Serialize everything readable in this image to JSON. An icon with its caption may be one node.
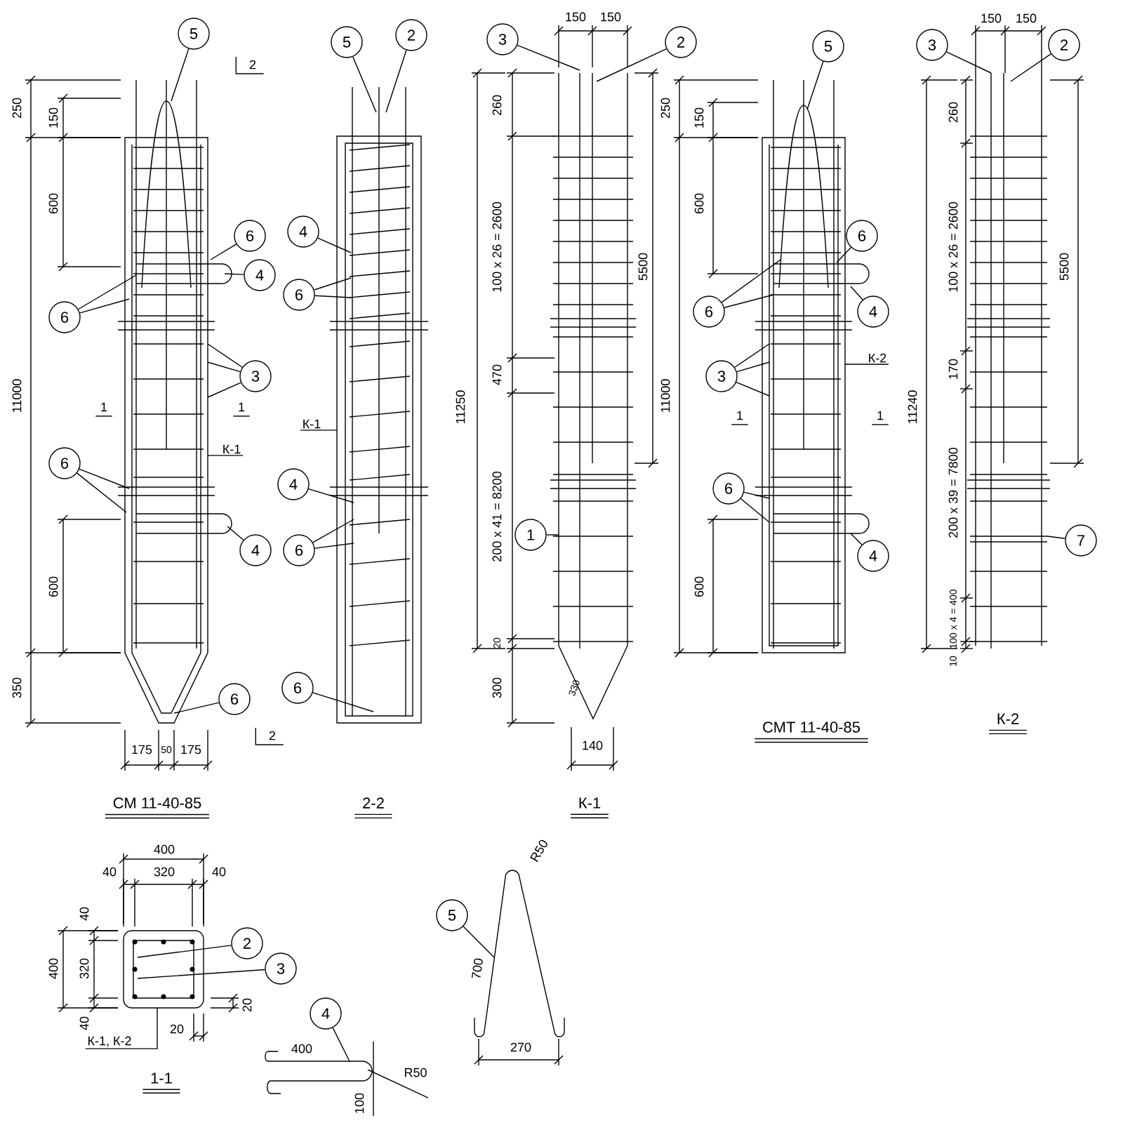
{
  "diagram": {
    "nodes": [
      {
        "text": [
          "5"
        ]
      },
      {
        "text": [
          "6"
        ]
      },
      {
        "text": [
          "4"
        ]
      },
      {
        "text": [
          "6"
        ]
      },
      {
        "text": [
          "3"
        ]
      },
      {
        "text": [
          "К-1"
        ]
      },
      {
        "text": [
          "6"
        ]
      },
      {
        "text": [
          "4"
        ]
      },
      {
        "text": [
          "6"
        ]
      },
      {
        "text": [
          "5"
        ]
      },
      {
        "text": [
          "2"
        ]
      },
      {
        "text": [
          "4"
        ]
      },
      {
        "text": [
          "6"
        ]
      },
      {
        "text": [
          "К-1"
        ]
      },
      {
        "text": [
          "4"
        ]
      },
      {
        "text": [
          "6"
        ]
      },
      {
        "text": [
          "6"
        ]
      },
      {
        "text": [
          "3"
        ]
      },
      {
        "text": [
          "2"
        ]
      },
      {
        "text": [
          "1"
        ]
      },
      {
        "text": [
          "5"
        ]
      },
      {
        "text": [
          "6"
        ]
      },
      {
        "text": [
          "6"
        ]
      },
      {
        "text": [
          "4"
        ]
      },
      {
        "text": [
          "К-2"
        ]
      },
      {
        "text": [
          "3"
        ]
      },
      {
        "text": [
          "6"
        ]
      },
      {
        "text": [
          "4"
        ]
      },
      {
        "text": [
          "3"
        ]
      },
      {
        "text": [
          "2"
        ]
      },
      {
        "text": [
          "7"
        ]
      },
      {
        "text": [
          "2"
        ]
      },
      {
        "text": [
          "3"
        ]
      },
      {
        "text": [
          "К-1, К-2"
        ]
      },
      {
        "text": [
          "5"
        ]
      },
      {
        "text": [
          "4"
        ]
      },
      {
        "text": [],
        "shape": "picture"
      },
      {
        "text": [],
        "shape": "picture"
      },
      {
        "text": [],
        "shape": "picture"
      },
      {
        "text": [],
        "shape": "picture"
      },
      {
        "text": [],
        "shape": "picture"
      },
      {
        "text": [],
        "shape": "picture"
      },
      {
        "text": [],
        "shape": "picture"
      },
      {
        "text": [],
        "shape": "picture"
      }
    ],
    "edges": [
      {
        "from": 0,
        "to": 36,
        "arrow": "none"
      },
      {
        "from": 1,
        "to": 36,
        "arrow": "none"
      },
      {
        "from": 2,
        "to": 36,
        "arrow": "none"
      },
      {
        "from": 3,
        "to": 36,
        "arrow": "none"
      },
      {
        "from": 3,
        "to": 36,
        "arrow": "none"
      },
      {
        "from": 4,
        "to": 36,
        "arrow": "none"
      },
      {
        "from": 4,
        "to": 36,
        "arrow": "none"
      },
      {
        "from": 4,
        "to": 36,
        "arrow": "none"
      },
      {
        "from": 5,
        "to": 36,
        "arrow": "none"
      },
      {
        "from": 6,
        "to": 36,
        "arrow": "none"
      },
      {
        "from": 6,
        "to": 36,
        "arrow": "none"
      },
      {
        "from": 7,
        "to": 36,
        "arrow": "none"
      },
      {
        "from": 8,
        "to": 36,
        "arrow": "none"
      },
      {
        "from": 9,
        "to": 37,
        "arrow": "none"
      },
      {
        "from": 10,
        "to": 37,
        "arrow": "none"
      },
      {
        "from": 11,
        "to": 37,
        "arrow": "none"
      },
      {
        "from": 12,
        "to": 37,
        "arrow": "none"
      },
      {
        "from": 12,
        "to": 37,
        "arrow": "none"
      },
      {
        "from": 13,
        "to": 37,
        "arrow": "none"
      },
      {
        "from": 14,
        "to": 37,
        "arrow": "none"
      },
      {
        "from": 15,
        "to": 37,
        "arrow": "none"
      },
      {
        "from": 15,
        "to": 37,
        "arrow": "none"
      },
      {
        "from": 16,
        "to": 37,
        "arrow": "none"
      },
      {
        "from": 17,
        "to": 38,
        "arrow": "none"
      },
      {
        "from": 18,
        "to": 38,
        "arrow": "none"
      },
      {
        "from": 19,
        "to": 38,
        "arrow": "none"
      },
      {
        "from": 20,
        "to": 39,
        "arrow": "none"
      },
      {
        "from": 21,
        "to": 39,
        "arrow": "none"
      },
      {
        "from": 22,
        "to": 39,
        "arrow": "none"
      },
      {
        "from": 22,
        "to": 39,
        "arrow": "none"
      },
      {
        "from": 23,
        "to": 39,
        "arrow": "none"
      },
      {
        "from": 24,
        "to": 39,
        "arrow": "none"
      },
      {
        "from": 25,
        "to": 39,
        "arrow": "none"
      },
      {
        "from": 25,
        "to": 39,
        "arrow": "none"
      },
      {
        "from": 25,
        "to": 39,
        "arrow": "none"
      },
      {
        "from": 26,
        "to": 39,
        "arrow": "none"
      },
      {
        "from": 26,
        "to": 39,
        "arrow": "none"
      },
      {
        "from": 27,
        "to": 39,
        "arrow": "none"
      },
      {
        "from": 28,
        "to": 40,
        "arrow": "none"
      },
      {
        "from": 29,
        "to": 40,
        "arrow": "none"
      },
      {
        "from": 30,
        "to": 40,
        "arrow": "none"
      },
      {
        "from": 31,
        "to": 41,
        "arrow": "none"
      },
      {
        "from": 32,
        "to": 41,
        "arrow": "none"
      },
      {
        "from": 33,
        "to": 41,
        "arrow": "none"
      },
      {
        "from": 34,
        "to": 42,
        "arrow": "none"
      },
      {
        "from": 35,
        "to": 43,
        "arrow": "none"
      }
    ],
    "labels": [
      "2",
      "250",
      "150",
      "600",
      "11000",
      "1",
      "1",
      "600",
      "350",
      "175",
      "50",
      "175",
      "2",
      "СМ 11-40-85",
      "2-2",
      "150",
      "150",
      "260",
      "100 x 26 = 2600",
      "470",
      "11250",
      "5500",
      "200 x 41 = 8200",
      "20",
      "300",
      "330",
      "140",
      "К-1",
      "250",
      "150",
      "600",
      "11000",
      "1",
      "1",
      "600",
      "СМТ 11-40-85",
      "150",
      "150",
      "260",
      "100 x 26 = 2600",
      "170",
      "11240",
      "5500",
      "200 x 39 = 7800",
      "100 x 4 = 400",
      "10",
      "К-2",
      "400",
      "40",
      "320",
      "40",
      "40",
      "400",
      "320",
      "40",
      "20",
      "20",
      "R50",
      "700",
      "400",
      "270",
      "1-1",
      "R50",
      "100"
    ]
  }
}
